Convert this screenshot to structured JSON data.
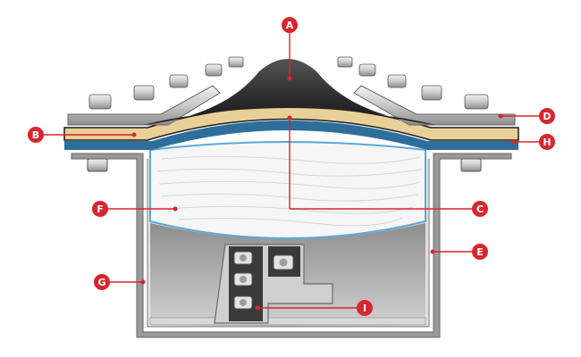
{
  "colors": {
    "accent": "#d7262e",
    "dome": "#2b2b2b",
    "liner": "#e9cf98",
    "film": "#5aa9d6",
    "steel_light": "#dcdcdc",
    "steel_mid": "#a9a9a9",
    "steel_dark": "#6e6e6e",
    "fill": "#f4f4f4"
  },
  "callouts": {
    "A": "A",
    "B": "B",
    "C": "C",
    "D": "D",
    "E": "E",
    "F": "F",
    "G": "G",
    "H": "H",
    "I": "I"
  }
}
